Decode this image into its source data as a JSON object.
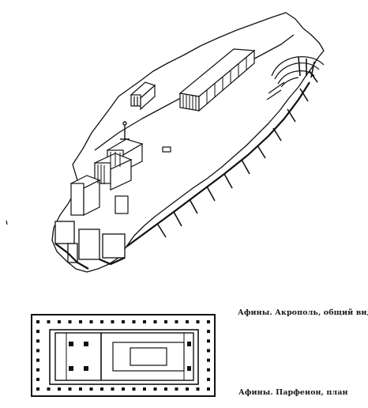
{
  "captions": {
    "acropolis": "Афины. Акрополь, общий вид",
    "parthenon_plan": "Афины. Парфенон, план"
  },
  "figures": {
    "acropolis_view": "acropolis-illustration",
    "parthenon_plan": "parthenon-floor-plan"
  },
  "colors": {
    "ink": "#111111",
    "paper": "#ffffff"
  }
}
